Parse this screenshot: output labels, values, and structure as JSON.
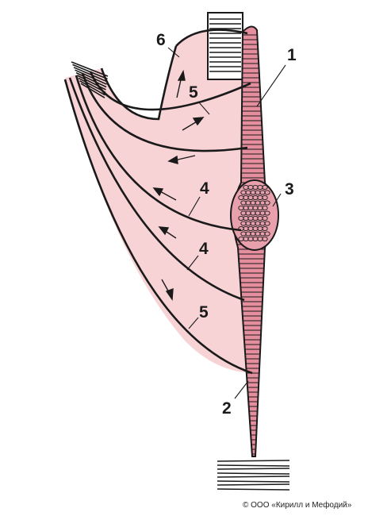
{
  "labels": {
    "l1": "1",
    "l2": "2",
    "l3": "3",
    "l4a": "4",
    "l4b": "4",
    "l5a": "5",
    "l5b": "5",
    "l6": "6"
  },
  "copyright": "© ООО «Кирилл и Мефодий»",
  "colors": {
    "fill_light": "#f7d3d6",
    "fill_axon": "#e58f9e",
    "fill_ganglion": "#e8a0ad",
    "stroke": "#1a1a1a"
  }
}
